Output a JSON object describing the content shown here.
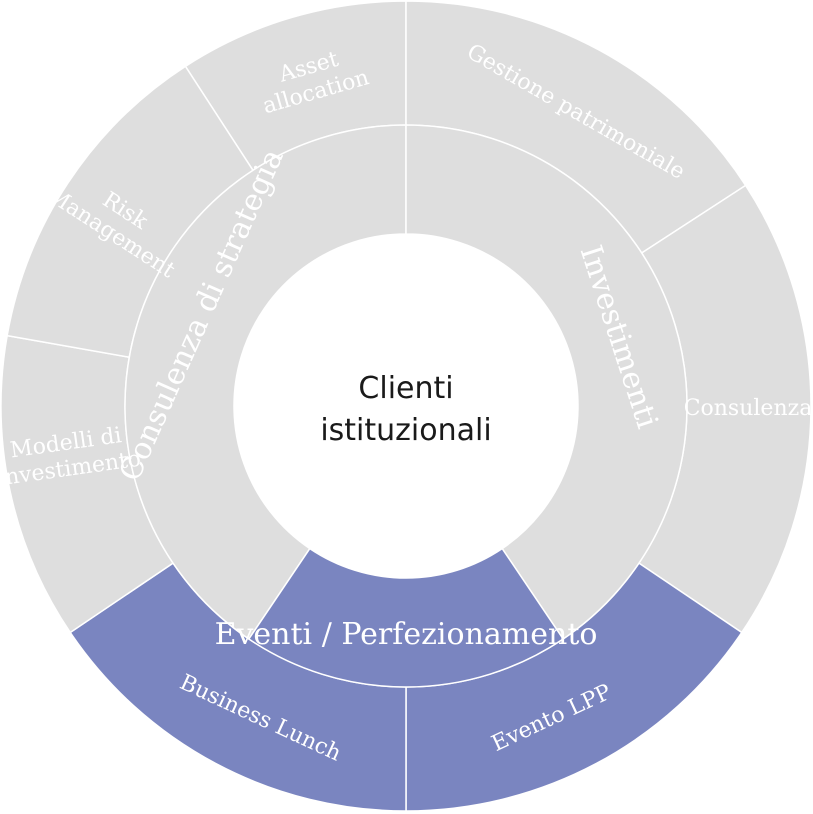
{
  "center": {
    "lines": [
      "Clienti",
      "istituzionali"
    ]
  },
  "colors": {
    "grey_segment": "#dedede",
    "blue_segment": "#7a85c0",
    "divider": "#ffffff",
    "center_fill": "#ffffff",
    "center_text": "#1a1a1a",
    "segment_text": "#ffffff"
  },
  "inner_ring": [
    {
      "label": "Consulenza di strategia",
      "color": "grey"
    },
    {
      "label": "Investimenti",
      "color": "grey"
    },
    {
      "label": "Eventi / Perfezionamento",
      "color": "blue"
    }
  ],
  "outer_ring": [
    {
      "lines": [
        "Asset",
        "allocation"
      ],
      "color": "grey"
    },
    {
      "lines": [
        "Gestione patrimoniale"
      ],
      "color": "grey"
    },
    {
      "lines": [
        "Consulenza"
      ],
      "color": "grey"
    },
    {
      "lines": [
        "Evento LPP"
      ],
      "color": "blue"
    },
    {
      "lines": [
        "Business Lunch"
      ],
      "color": "blue"
    },
    {
      "lines": [
        "Modelli di",
        "investimento"
      ],
      "color": "grey"
    },
    {
      "lines": [
        "Risk",
        "Management"
      ],
      "color": "grey"
    }
  ]
}
